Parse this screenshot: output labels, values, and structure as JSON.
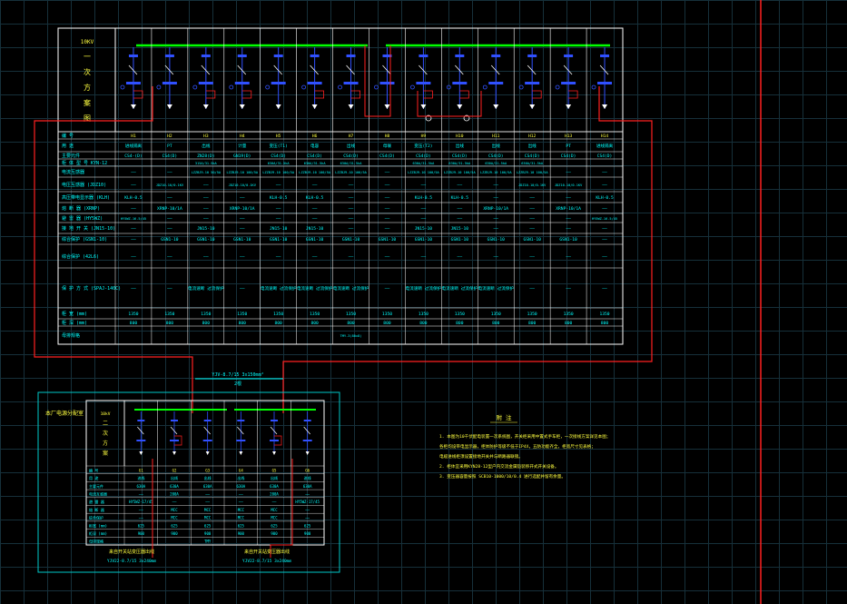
{
  "main_diagram": {
    "title_chars": [
      "10KV",
      "一",
      "次",
      "方",
      "案",
      "图"
    ],
    "columns": [
      "H1",
      "H2",
      "H3",
      "H4",
      "H5",
      "H6",
      "H7",
      "H8",
      "H9",
      "H10",
      "H11",
      "H12",
      "H13",
      "H14"
    ],
    "row_headers": [
      "编 号",
      "用 途",
      "主要元件",
      "柜 体 型 号  KYN-12",
      "电流互感器",
      "电压互感器 (JDZ10)",
      "高压带电显示器 (KLH)",
      "熔 断 器 (XRNP)",
      "避 雷 器 (HY5WZ)",
      "接 地 开 关 (JN15-10)",
      "综合保护 (GSN1-10)",
      "综合保护 (42L6)",
      "保 护 方 式 (SPAJ-140C)",
      "柜 宽 (mm)",
      "柜 深 (mm)",
      "母排规格"
    ],
    "rows": [
      [
        "H1",
        "H2",
        "H3",
        "H4",
        "H5",
        "H6",
        "H7",
        "H8",
        "H9",
        "H10",
        "H11",
        "H12",
        "H13",
        "H14"
      ],
      [
        "进线隔离",
        "PT",
        "出线",
        "计量",
        "变压(T1)",
        "电容",
        "出线",
        "母联",
        "变压(T2)",
        "出线",
        "出线",
        "出线",
        "PT",
        "进线隔离"
      ],
      [
        "CS4-(D)",
        "CS4(D)",
        "ZN28(D)",
        "GN19(D)",
        "CS4(D)",
        "CS4(D)",
        "CS4(D)",
        "CS4(D)",
        "CS4(D)",
        "CS4(D)",
        "CS4(D)",
        "CS4(D)",
        "CS4(D)",
        "CS4(D)"
      ],
      [
        "",
        "",
        "315A/31.5kA",
        "",
        "630A/31.5kA",
        "630A/31.5kA",
        "630A/31.5kA",
        "",
        "630A/31.5kA",
        "630A/31.5kA",
        "630A/31.5kA",
        "630A/31.5kA",
        "",
        ""
      ],
      [
        "——",
        "——",
        "LZZBJ9-10 50/5A",
        "LZZBJ9-10 100/5A",
        "LZZBJ9-10 100/5A",
        "LZZBJ9-10 100/5A",
        "LZZBJ9-10 100/5A",
        "——",
        "LZZBJ9-10 100/5A",
        "LZZBJ9-10 100/5A",
        "LZZBJ9-10 100/5A",
        "LZZBJ9-10 100/5A",
        "——",
        "——"
      ],
      [
        "——",
        "JDZ10-10/0.1KV",
        "——",
        "JDZ10-10/0.1KV",
        "——",
        "——",
        "——",
        "——",
        "——",
        "——",
        "——",
        "JDZ10-10/0.1KV",
        "JDZ10-10/0.1KV",
        "——"
      ],
      [
        "KLH-0.5",
        "——",
        "——",
        "——",
        "KLH-0.5",
        "KLH-0.5",
        "——",
        "——",
        "KLH-0.5",
        "KLH-0.5",
        "——",
        "——",
        "——",
        "KLH-0.5"
      ],
      [
        "——",
        "XRNP-10/1A",
        "——",
        "XRNP-10/1A",
        "——",
        "——",
        "——",
        "——",
        "——",
        "——",
        "XRNP-10/1A",
        "——",
        "XRNP-10/1A",
        "——"
      ],
      [
        "HY5WZ-16.5/45",
        "——",
        "——",
        "——",
        "——",
        "——",
        "——",
        "——",
        "——",
        "——",
        "——",
        "——",
        "——",
        "HY5WZ-16.5/45"
      ],
      [
        "——",
        "——",
        "JN15-10",
        "——",
        "JN15-10",
        "JN15-10",
        "——",
        "——",
        "JN15-10",
        "JN15-10",
        "——",
        "——",
        "——",
        "——"
      ],
      [
        "——",
        "GSN1-10",
        "GSN1-10",
        "GSN1-10",
        "GSN1-10",
        "GSN1-10",
        "GSN1-10",
        "GSN1-10",
        "GSN1-10",
        "GSN1-10",
        "GSN1-10",
        "GSN1-10",
        "GSN1-10",
        "——"
      ],
      [
        "——",
        "——",
        "——",
        "——",
        "——",
        "——",
        "——",
        "——",
        "——",
        "——",
        "——",
        "——",
        "——",
        "——"
      ],
      [
        "——",
        "——",
        "电流速断 过流保护",
        "——",
        "电流速断 过流保护",
        "电流速断 过流保护",
        "电流速断 过流保护",
        "——",
        "电流速断 过流保护",
        "电流速断 过流保护",
        "电流速断 过流保护",
        "——",
        "——",
        "——"
      ],
      [
        "1350",
        "1350",
        "1350",
        "1350",
        "1350",
        "1350",
        "1350",
        "1350",
        "1350",
        "1350",
        "1350",
        "1350",
        "1350",
        "1350"
      ],
      [
        "800",
        "800",
        "800",
        "800",
        "800",
        "800",
        "800",
        "800",
        "800",
        "800",
        "800",
        "800",
        "800",
        "800"
      ],
      [
        "",
        "",
        "",
        "",
        "",
        "",
        "TMY-3(80x8)",
        "",
        "",
        "",
        "",
        "",
        "",
        ""
      ]
    ]
  },
  "cable_label": "YJV-8.7/15 3x150mm²",
  "cable_label2": "2根",
  "sub_diagram": {
    "title": "本厂电源分配室",
    "title_chars": [
      "10kV",
      "二",
      "次",
      "方",
      "案"
    ],
    "columns": [
      "G1",
      "G2",
      "G3",
      "G4",
      "G5",
      "G6"
    ],
    "row_headers": [
      "编 号",
      "用 途",
      "主要元件",
      "电流互感器",
      "避 雷 器",
      "熔 断 器",
      "综合保护",
      "柜宽 (mm)",
      "柜深 (mm)",
      "母排规格"
    ],
    "rows": [
      [
        "G1",
        "G2",
        "G3",
        "G4",
        "G5",
        "G6"
      ],
      [
        "进线",
        "出线",
        "出线",
        "出线",
        "出线",
        "进线"
      ],
      [
        "630A",
        "630A",
        "630A",
        "630A",
        "630A",
        "630A"
      ],
      [
        "——",
        "200A",
        "——",
        "——",
        "200A",
        "——"
      ],
      [
        "HY5WZ-17/45",
        "——",
        "——",
        "——",
        "——",
        "HY5WZ-17/45"
      ],
      [
        "——",
        "MCC",
        "MCC",
        "MCC",
        "MCC",
        "——"
      ],
      [
        "——",
        "MCC",
        "MCC",
        "MCC",
        "MCC",
        "——"
      ],
      [
        "625",
        "625",
        "625",
        "625",
        "625",
        "625"
      ],
      [
        "900",
        "900",
        "900",
        "900",
        "900",
        "900"
      ],
      [
        "",
        "",
        "TMY",
        "",
        "",
        ""
      ]
    ],
    "cable_left": "来自开关站变压器出线",
    "cable_left2": "YJV22-8.7/15 3x240mm",
    "cable_right": "来自开关站变压器出线",
    "cable_right2": "YJV22-8.7/15 3x240mm"
  },
  "notes": {
    "title": "附 注",
    "items": [
      "1. 本图为10千伏配电装置一次系统图，开关柜采用中置式手车柜，一次接线方案详见本图；",
      "   各柜均设带电显示器，柜体防护等级不低于IP4X，五防功能齐全，柜宽尺寸见表格；",
      "   电缆进线柜须设置接地开关并与断路器联锁。",
      "2. 柜体宜采用KYN28-12型户内交流金属铠装移开式开关设备。",
      "3. 变压器容量按照 SCB10-1000/10/0.4 进行选配并留有余量。"
    ]
  },
  "colors": {
    "background": "#000000",
    "grid": "#16303a",
    "frame": "#ffffff",
    "bus": "#00ff00",
    "wire_red": "#ff2020",
    "device_blue": "#3050ff",
    "text_cyan": "#00ffff",
    "text_yellow": "#ffff40",
    "border_cyan": "#00c8c8"
  }
}
